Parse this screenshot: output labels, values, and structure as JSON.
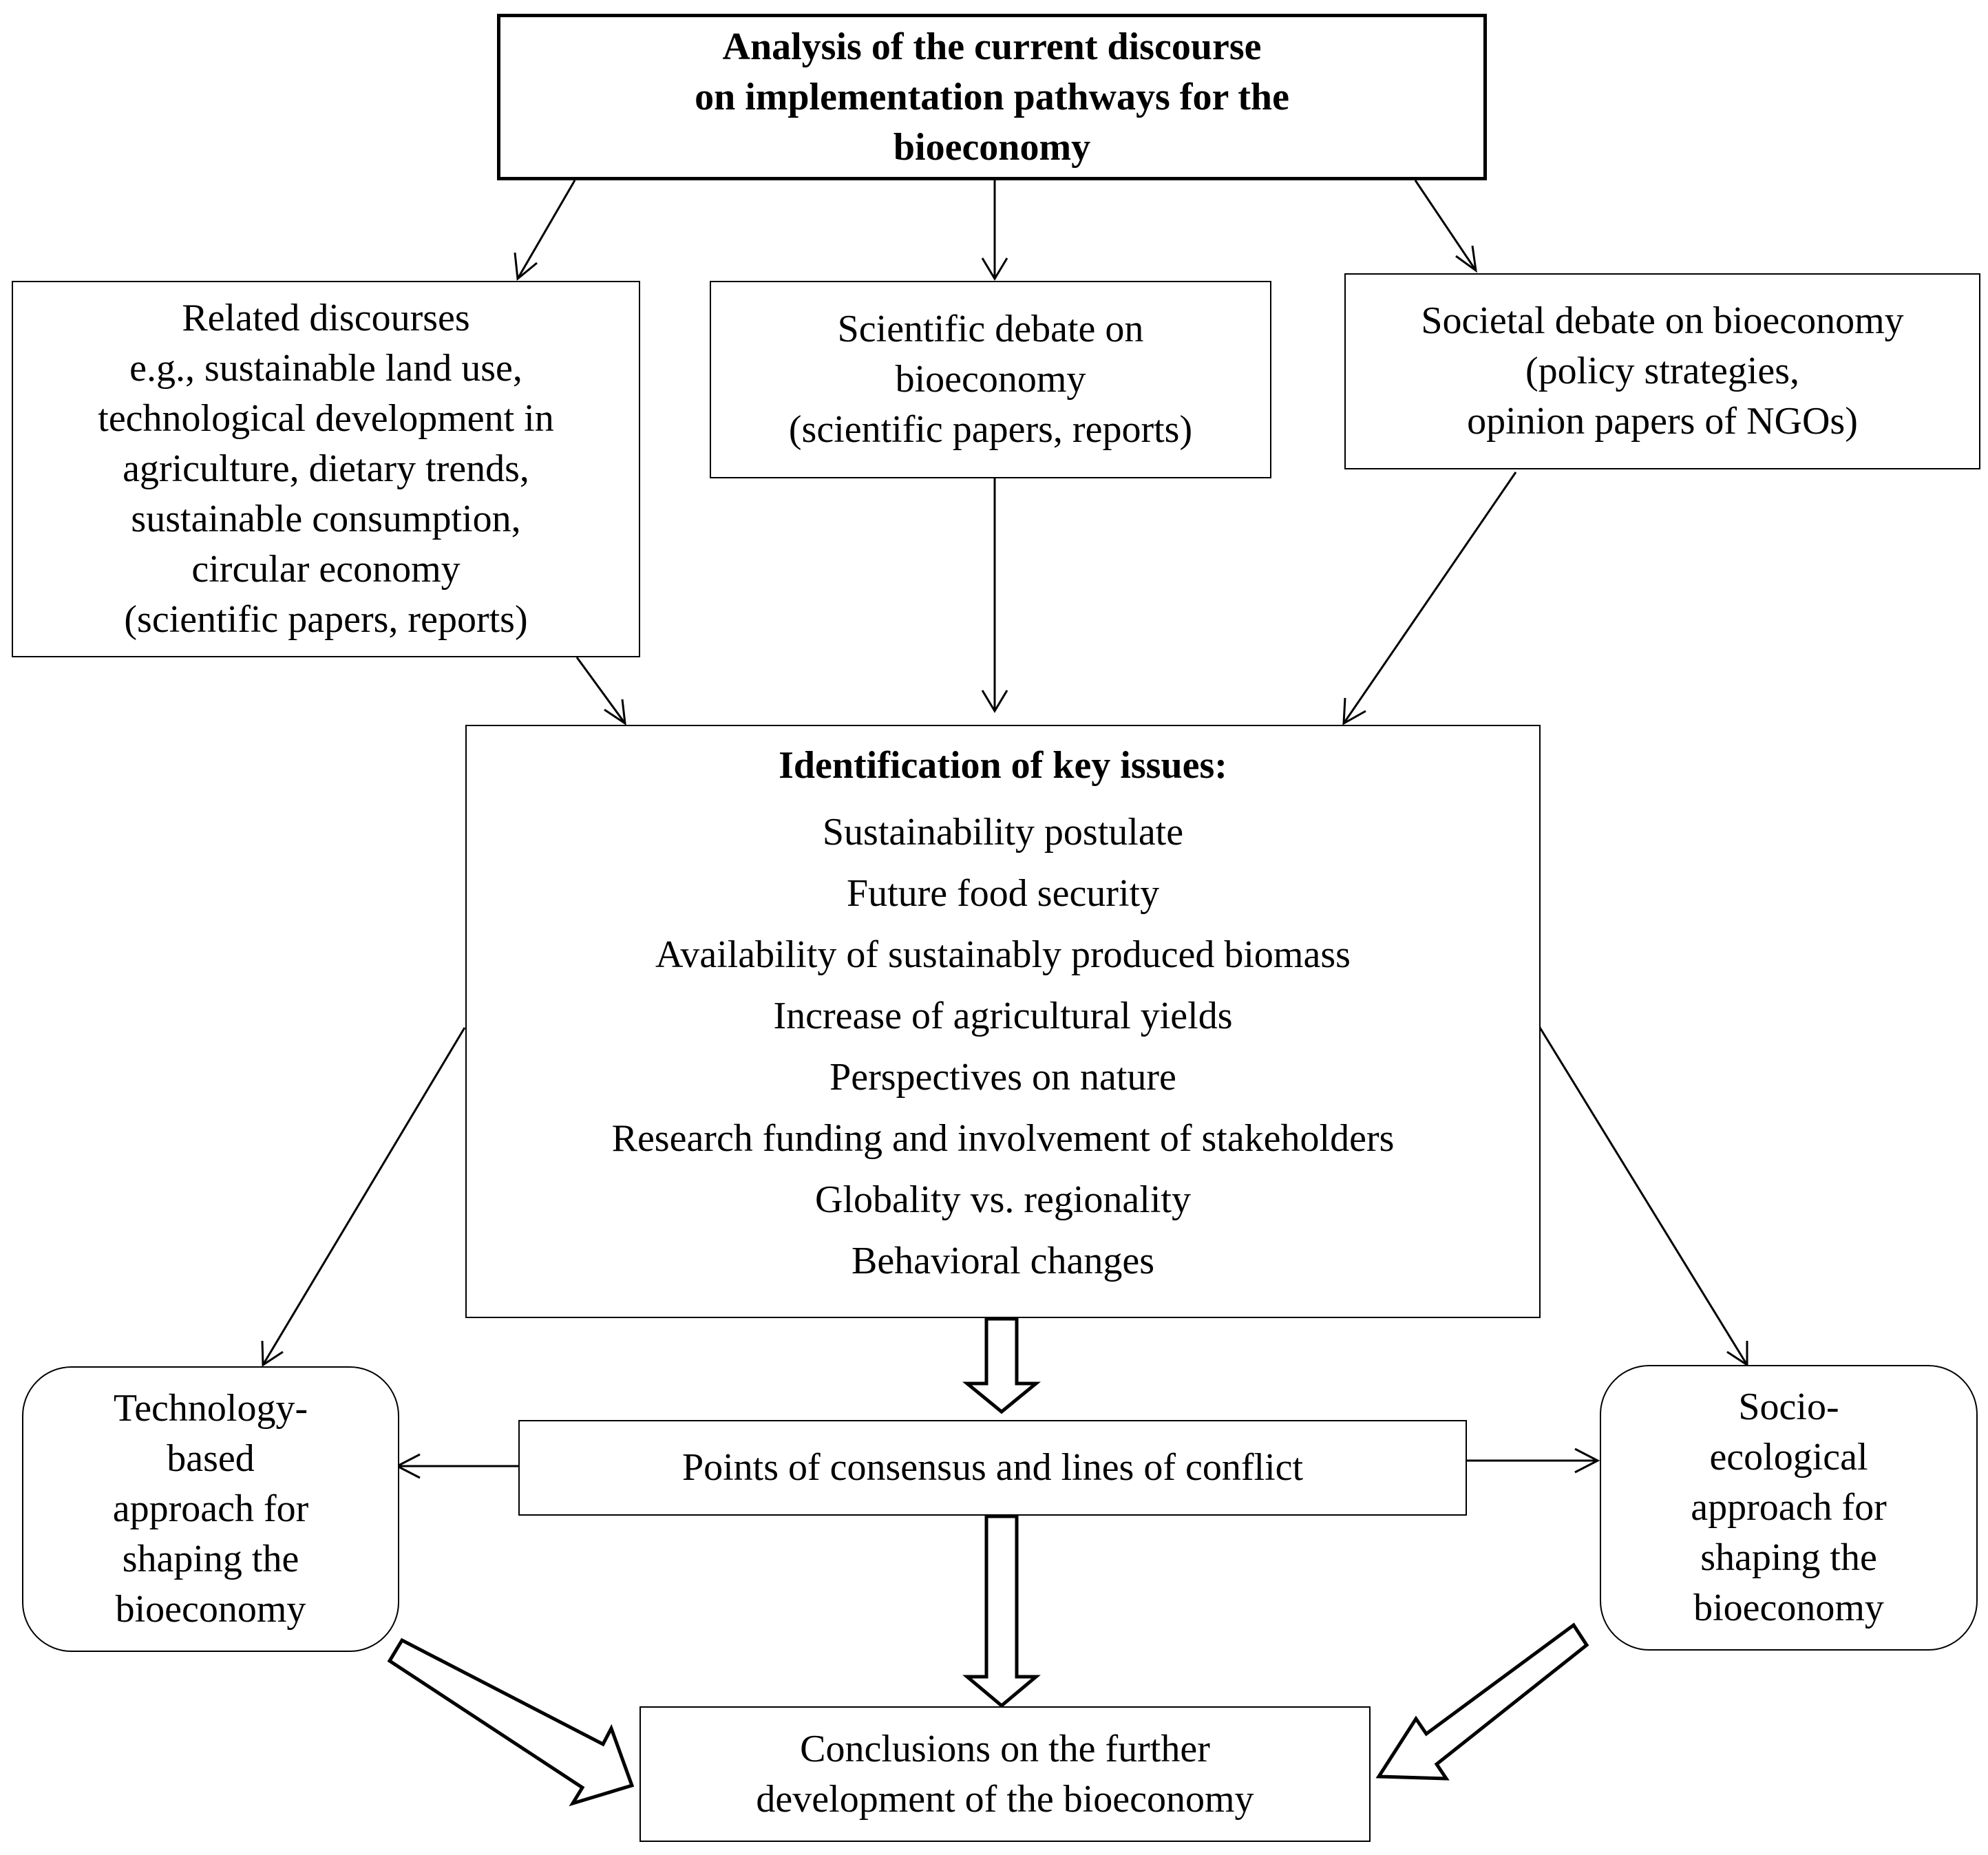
{
  "boxes": {
    "top": {
      "lines": [
        "Analysis of the current discourse",
        "on implementation pathways for the",
        "bioeconomy"
      ]
    },
    "related": {
      "lines": [
        "Related discourses",
        "e.g., sustainable land use,",
        "technological development in",
        "agriculture, dietary trends,",
        "sustainable consumption,",
        "circular economy",
        "(scientific papers, reports)"
      ]
    },
    "scientific": {
      "lines": [
        "Scientific debate on",
        "bioeconomy",
        "(scientific papers, reports)"
      ]
    },
    "societal": {
      "lines": [
        "Societal debate on bioeconomy",
        "(policy strategies,",
        "opinion papers of NGOs)"
      ]
    },
    "key_issues": {
      "heading": "Identification of key issues:",
      "items": [
        "Sustainability postulate",
        "Future food security",
        "Availability of sustainably produced biomass",
        "Increase of agricultural yields",
        "Perspectives on nature",
        "Research funding and involvement of stakeholders",
        "Globality vs. regionality",
        "Behavioral changes"
      ]
    },
    "technology": {
      "lines": [
        "Technology-",
        "based",
        "approach for",
        "shaping the",
        "bioeconomy"
      ]
    },
    "consensus": {
      "lines": [
        "Points of consensus and lines of conflict"
      ]
    },
    "socio": {
      "lines": [
        "Socio-",
        "ecological",
        "approach for",
        "shaping the",
        "bioeconomy"
      ]
    },
    "conclusions": {
      "lines": [
        "Conclusions on the further",
        "development of the bioeconomy"
      ]
    }
  }
}
